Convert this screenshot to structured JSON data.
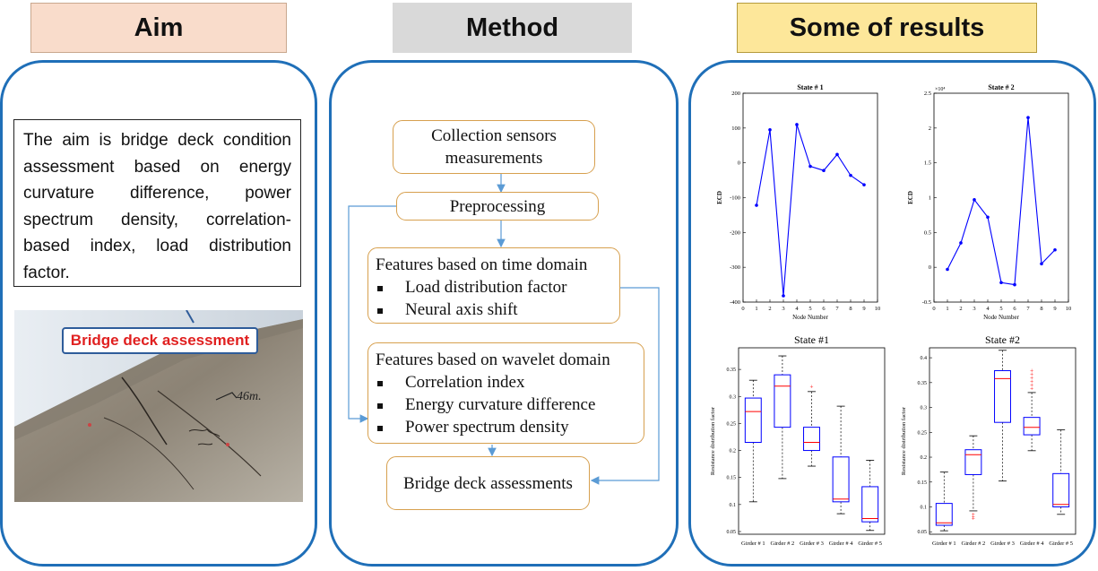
{
  "headers": {
    "aim": "Aim",
    "method": "Method",
    "results": "Some of results"
  },
  "aim": {
    "text": "The aim is bridge deck condition assessment based on energy curvature difference, power spectrum density, correlation-based index, load distribution factor.",
    "photo_label": "Bridge deck assessment",
    "photo_handwriting": "46m."
  },
  "method": {
    "collection": "Collection sensors measurements",
    "preprocessing": "Preprocessing",
    "time_domain": {
      "title": "Features based on time domain",
      "items": [
        "Load distribution factor",
        "Neural axis shift"
      ]
    },
    "wavelet_domain": {
      "title": "Features based on wavelet domain",
      "items": [
        "Correlation index",
        "Energy curvature difference",
        "Power spectrum density"
      ]
    },
    "assessment": "Bridge deck assessments"
  },
  "colors": {
    "panel_border": "#1f6fb8",
    "flow_box_border": "#d7a04f",
    "arrow": "#5b9bd5",
    "line_series": "#0000ff",
    "box": "#0000ff",
    "median": "#ff0000"
  },
  "chart_data": [
    {
      "type": "line",
      "title": "State # 1",
      "xlabel": "Node Number",
      "ylabel": "ECD",
      "x": [
        1,
        2,
        3,
        4,
        5,
        6,
        7,
        8,
        9
      ],
      "y": [
        -122,
        95,
        -382,
        110,
        -10,
        -22,
        24,
        -36,
        -63
      ],
      "xlim": [
        0,
        10
      ],
      "ylim": [
        -400,
        200
      ],
      "xticks": [
        "0",
        "1",
        "2",
        "3",
        "4",
        "5",
        "6",
        "7",
        "8",
        "9",
        "10"
      ],
      "yticks": [
        "-400",
        "-300",
        "-200",
        "-100",
        "0",
        "100",
        "200"
      ]
    },
    {
      "type": "line",
      "title": "State # 2",
      "xlabel": "Node Number",
      "ylabel": "ECD",
      "y_multiplier": "×10⁴",
      "x": [
        1,
        2,
        3,
        4,
        5,
        6,
        7,
        8,
        9
      ],
      "y": [
        -0.03,
        0.35,
        0.97,
        0.72,
        -0.22,
        -0.25,
        2.15,
        0.05,
        0.25
      ],
      "xlim": [
        0,
        10
      ],
      "ylim": [
        -0.5,
        2.5
      ],
      "xticks": [
        "0",
        "1",
        "2",
        "3",
        "4",
        "5",
        "6",
        "7",
        "8",
        "9",
        "10"
      ],
      "yticks": [
        "-0.5",
        "0",
        "0.5",
        "1",
        "1.5",
        "2",
        "2.5"
      ]
    },
    {
      "type": "box",
      "title": "State #1",
      "ylabel": "Resistance distribution factor",
      "categories": [
        "Girder # 1",
        "Girder # 2",
        "Girder # 3",
        "Girder # 4",
        "Girder # 5"
      ],
      "ylim": [
        0.045,
        0.39
      ],
      "yticks": [
        "0.05",
        "0.1",
        "0.15",
        "0.2",
        "0.25",
        "0.3",
        "0.35"
      ],
      "boxes": [
        {
          "min": 0.105,
          "q1": 0.215,
          "median": 0.272,
          "q3": 0.297,
          "max": 0.33,
          "outliers": []
        },
        {
          "min": 0.148,
          "q1": 0.243,
          "median": 0.319,
          "q3": 0.34,
          "max": 0.375,
          "outliers": []
        },
        {
          "min": 0.171,
          "q1": 0.2,
          "median": 0.215,
          "q3": 0.243,
          "max": 0.309,
          "outliers": [
            0.318
          ]
        },
        {
          "min": 0.083,
          "q1": 0.105,
          "median": 0.11,
          "q3": 0.188,
          "max": 0.282,
          "outliers": []
        },
        {
          "min": 0.052,
          "q1": 0.068,
          "median": 0.074,
          "q3": 0.133,
          "max": 0.182,
          "outliers": []
        }
      ]
    },
    {
      "type": "box",
      "title": "State #2",
      "ylabel": "Resistance distribution factor",
      "categories": [
        "Girder # 1",
        "Girder # 2",
        "Girder # 3",
        "Girder # 4",
        "Girder # 5"
      ],
      "ylim": [
        0.045,
        0.42
      ],
      "yticks": [
        "0.05",
        "0.1",
        "0.15",
        "0.2",
        "0.25",
        "0.3",
        "0.35",
        "0.4"
      ],
      "boxes": [
        {
          "min": 0.052,
          "q1": 0.063,
          "median": 0.068,
          "q3": 0.107,
          "max": 0.17,
          "outliers": []
        },
        {
          "min": 0.092,
          "q1": 0.165,
          "median": 0.205,
          "q3": 0.215,
          "max": 0.243,
          "outliers": [
            0.085,
            0.08,
            0.077
          ]
        },
        {
          "min": 0.152,
          "q1": 0.27,
          "median": 0.358,
          "q3": 0.374,
          "max": 0.415,
          "outliers": []
        },
        {
          "min": 0.213,
          "q1": 0.245,
          "median": 0.26,
          "q3": 0.28,
          "max": 0.33,
          "outliers": [
            0.338,
            0.345,
            0.352,
            0.36,
            0.367,
            0.374
          ]
        },
        {
          "min": 0.085,
          "q1": 0.1,
          "median": 0.105,
          "q3": 0.167,
          "max": 0.255,
          "outliers": []
        }
      ]
    }
  ]
}
